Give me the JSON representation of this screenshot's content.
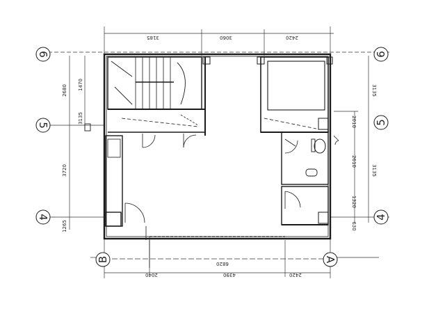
{
  "grid_labels": {
    "row_top": "6",
    "row_mid": "5",
    "row_bottom": "4",
    "col_left": "B",
    "col_right": "A"
  },
  "dimensions": {
    "top_left": "3185",
    "top_middle": "3060",
    "top_right": "2420",
    "bottom_left": "2040",
    "bottom_total": "6820",
    "bottom_center": "4390",
    "bottom_right": "2420",
    "left_upper": "2680",
    "left_upper_inner": "1470",
    "left_mid": "3135",
    "left_lower_a": "3720",
    "left_lower_b": "1265",
    "right_upper": "3135",
    "right_upper_inner": "2010",
    "right_mid": "2610",
    "right_lower_a": "3135",
    "right_lower_b": "1320",
    "right_lower_c": "630"
  },
  "colors": {
    "line": "#1a1a1a",
    "background": "#ffffff"
  }
}
